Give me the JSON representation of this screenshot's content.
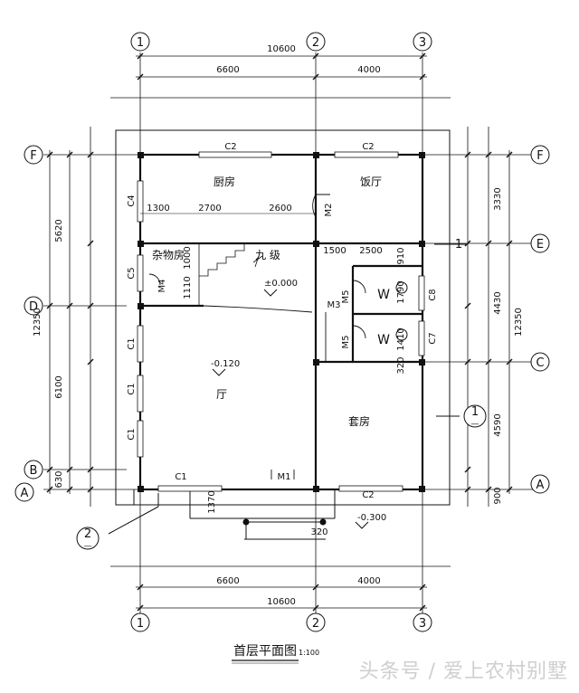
{
  "axes": {
    "top": [
      "1",
      "2",
      "3"
    ],
    "bottom": [
      "1",
      "2",
      "3"
    ],
    "left": [
      "F",
      "D",
      "B",
      "A"
    ],
    "right": [
      "F",
      "E",
      "C",
      "A"
    ]
  },
  "dims": {
    "top_total": "10600",
    "top_a": "6600",
    "top_b": "4000",
    "bottom_total": "10600",
    "bottom_a": "6600",
    "bottom_b": "4000",
    "left_total": "12350",
    "left_a": "5620",
    "left_b": "6100",
    "left_c": "630",
    "right_total": "12350",
    "right_a": "3330",
    "right_b": "4430",
    "right_c": "4590",
    "right_d": "900",
    "kitchen_a": "1300",
    "kitchen_b": "2700",
    "kitchen_c": "2600",
    "hall_a": "1500",
    "hall_b": "2500",
    "stair_a": "1000",
    "stair_b": "1110",
    "wc_a": "910",
    "wc_b": "1790",
    "wc_c": "1410",
    "wc_d": "320",
    "porch_a": "1370",
    "porch_b": "320"
  },
  "rooms": {
    "kitchen": "厨房",
    "dining": "饭厅",
    "storage": "杂物房",
    "stairs": "九 级",
    "living": "厅",
    "suite": "套房",
    "wc1": "W",
    "wc2": "W"
  },
  "elevations": {
    "main": "±0.000",
    "living": "-0.120",
    "porch": "-0.300"
  },
  "openings": {
    "c2_top_left": "C2",
    "c2_top_right": "C2",
    "c2_bottom": "C2",
    "c4": "C4",
    "c5": "C5",
    "c1_a": "C1",
    "c1_b": "C1",
    "c1_c": "C1",
    "c1_bottom": "C1",
    "c8": "C8",
    "c7": "C7",
    "m2": "M2",
    "m3": "M3",
    "m4": "M4",
    "m5_a": "M5",
    "m5_b": "M5",
    "m1": "M1"
  },
  "sections": {
    "one": "1",
    "one_fraction_num": "1",
    "one_fraction_den": "—",
    "two_num": "2",
    "two_den": "—"
  },
  "title": {
    "main": "首层平面图",
    "scale": "1:100"
  },
  "watermark": "头条号 / 爱上农村别墅"
}
